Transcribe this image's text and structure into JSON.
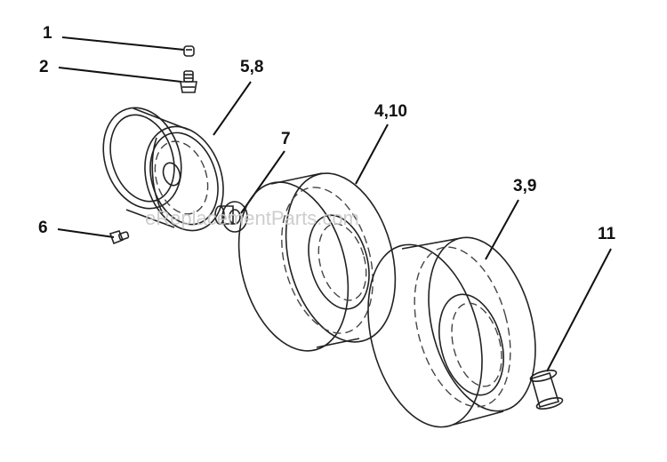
{
  "diagram": {
    "callouts": [
      {
        "id": "1",
        "text": "1"
      },
      {
        "id": "2",
        "text": "2"
      },
      {
        "id": "5_8",
        "text": "5,8"
      },
      {
        "id": "7",
        "text": "7"
      },
      {
        "id": "4_10",
        "text": "4,10"
      },
      {
        "id": "3_9",
        "text": "3,9"
      },
      {
        "id": "6",
        "text": "6"
      },
      {
        "id": "11",
        "text": "11"
      }
    ],
    "watermark": "eReplacementParts.com"
  }
}
